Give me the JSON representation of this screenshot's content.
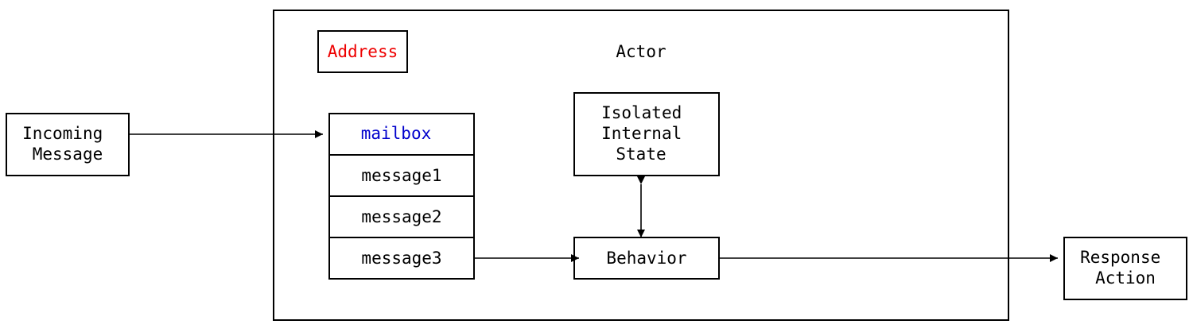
{
  "colors": {
    "address": "#ee0000",
    "mailbox": "#0000cc",
    "text": "#000000"
  },
  "incoming": {
    "line1": "Incoming",
    "line2": "Message"
  },
  "actor": {
    "title": "Actor",
    "address": "Address",
    "mailbox": {
      "header": "mailbox",
      "messages": [
        "message1",
        "message2",
        "message3"
      ]
    },
    "state": {
      "line1": "Isolated",
      "line2": "Internal",
      "line3": "State"
    },
    "behavior": "Behavior"
  },
  "response": {
    "line1": "Response",
    "line2": "Action"
  }
}
